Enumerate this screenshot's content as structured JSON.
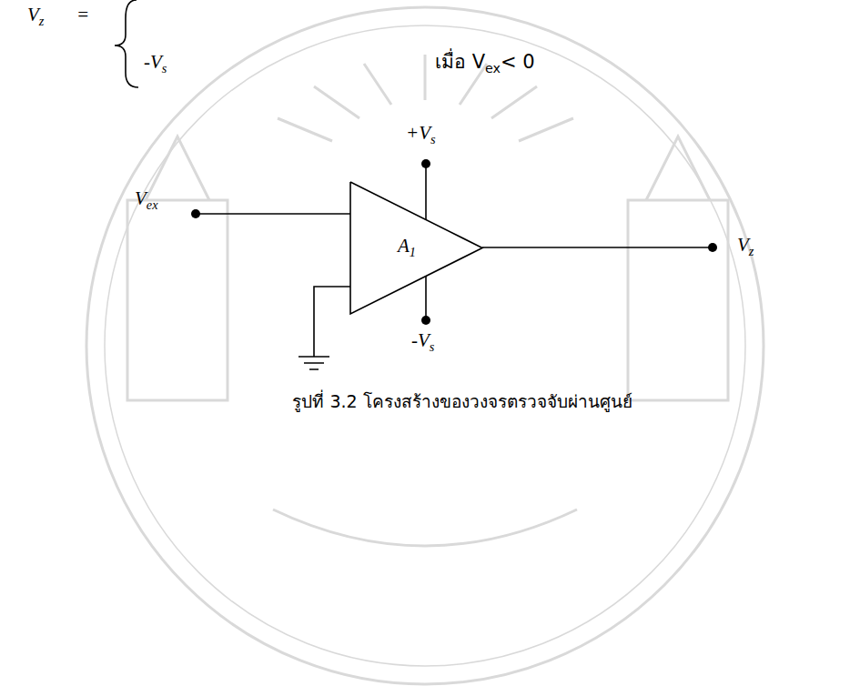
{
  "diagram": {
    "caption": "รูปที่ 3.2 โครงสร้างของวงจรตรวจจับผ่านศูนย์",
    "nodes": [
      {
        "text": [
          "A1"
        ]
      }
    ],
    "labels": [
      "Vz",
      "=",
      "-Vs",
      "เมื่อ Vex< 0",
      "+Vs",
      "Vex",
      "−",
      "+",
      "Vz",
      "-Vs"
    ]
  }
}
